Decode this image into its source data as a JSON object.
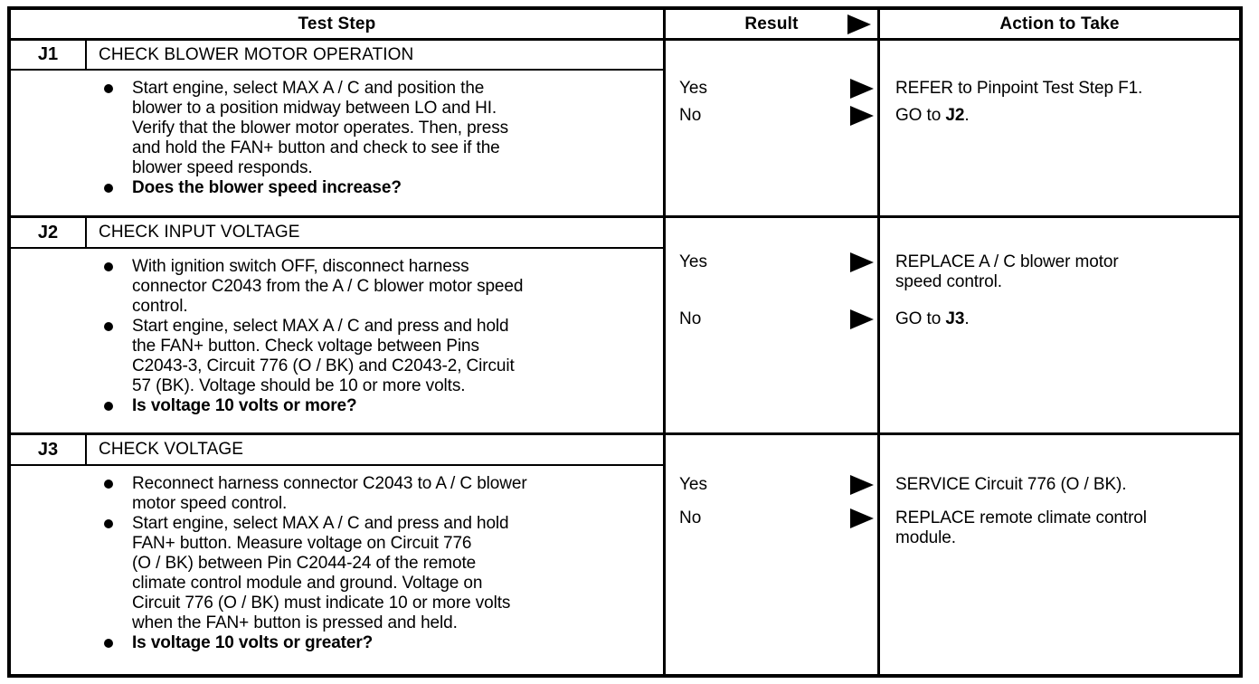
{
  "colors": {
    "ink": "#000000",
    "paper": "#ffffff"
  },
  "header": {
    "test_step": "Test Step",
    "result": "Result",
    "action": "Action to Take"
  },
  "sections": [
    {
      "id": "J1",
      "title": "CHECK BLOWER MOTOR OPERATION",
      "bullets": [
        {
          "bold": false,
          "lines": [
            "Start engine, select MAX A / C and position the",
            "blower to a position midway between LO and HI.",
            "Verify that the blower motor operates. Then, press",
            "and hold the FAN+ button and check to see if the",
            "blower speed responds."
          ]
        },
        {
          "bold": true,
          "lines": [
            "Does the blower speed increase?"
          ]
        }
      ],
      "entries": [
        {
          "result": "Yes",
          "action_pre": "REFER to Pinpoint Test Step F1.",
          "action_bold": "",
          "action_post": ""
        },
        {
          "result": "No",
          "action_pre": "GO to ",
          "action_bold": "J2",
          "action_post": "."
        }
      ]
    },
    {
      "id": "J2",
      "title": "CHECK INPUT VOLTAGE",
      "bullets": [
        {
          "bold": false,
          "lines": [
            "With ignition switch OFF, disconnect harness",
            "connector C2043 from the A / C blower motor speed",
            "control."
          ]
        },
        {
          "bold": false,
          "lines": [
            "Start engine, select MAX A / C and press and hold",
            "the FAN+ button. Check voltage between Pins",
            "C2043-3, Circuit 776 (O / BK) and C2043-2, Circuit",
            "57 (BK). Voltage should be 10 or more volts."
          ]
        },
        {
          "bold": true,
          "lines": [
            "Is voltage 10 volts or more?"
          ]
        }
      ],
      "entries": [
        {
          "result": "Yes",
          "action_pre": [
            "REPLACE A / C blower motor",
            "speed control."
          ],
          "action_bold": "",
          "action_post": ""
        },
        {
          "result": "No",
          "action_pre": "GO to ",
          "action_bold": "J3",
          "action_post": "."
        }
      ]
    },
    {
      "id": "J3",
      "title": "CHECK VOLTAGE",
      "bullets": [
        {
          "bold": false,
          "lines": [
            "Reconnect harness connector C2043 to A / C blower",
            "motor speed control."
          ]
        },
        {
          "bold": false,
          "lines": [
            "Start engine, select MAX A / C and press and hold",
            "FAN+ button. Measure voltage on Circuit 776",
            "(O / BK) between Pin C2044-24 of the remote",
            "climate control module and ground. Voltage on",
            "Circuit 776 (O / BK) must indicate 10 or more volts",
            "when the FAN+ button is pressed and held."
          ]
        },
        {
          "bold": true,
          "lines": [
            "Is voltage 10 volts or greater?"
          ]
        }
      ],
      "entries": [
        {
          "result": "Yes",
          "action_pre": "SERVICE Circuit 776 (O / BK).",
          "action_bold": "",
          "action_post": ""
        },
        {
          "result": "No",
          "action_pre": [
            "REPLACE remote climate control",
            "module."
          ],
          "action_bold": "",
          "action_post": ""
        }
      ]
    }
  ]
}
